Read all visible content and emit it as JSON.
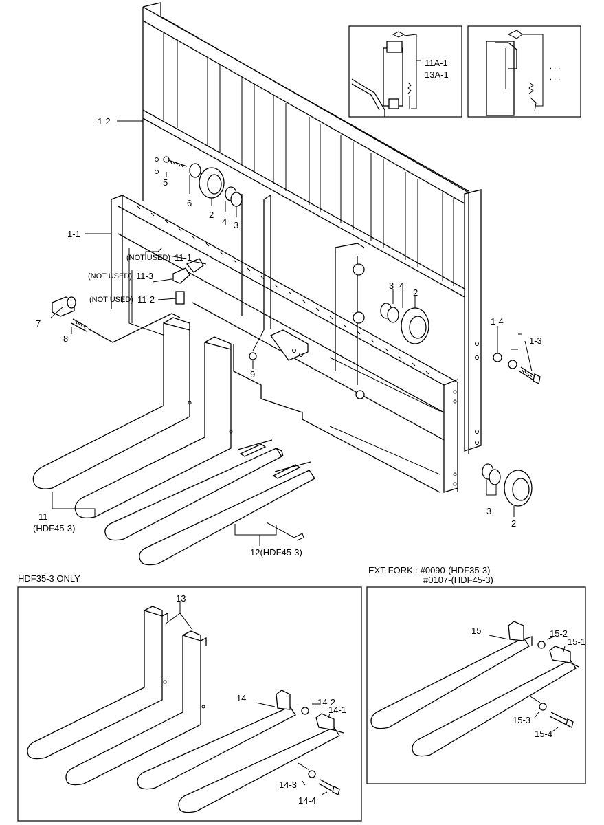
{
  "labels": {
    "p1_2": "1-2",
    "p1_1": "1-1",
    "p5": "5",
    "p6": "6",
    "p2_top": "2",
    "p4_top": "4",
    "p3_top": "3",
    "p3_mid": "3",
    "p4_mid": "4",
    "p2_mid": "2",
    "p11_1": "11-1",
    "p11_3": "11-3",
    "p11_2": "11-2",
    "not_used_1": "(NOT USED)",
    "not_used_2": "(NOT USED)",
    "not_used_3": "(NOT USED)",
    "p7": "7",
    "p8": "8",
    "p9": "9",
    "p1_4": "1-4",
    "p1_3": "1-3",
    "p11": "11",
    "p11_sub": "(HDF45-3)",
    "p12": "12(HDF45-3)",
    "p3_bot": "3",
    "p2_bot": "2",
    "inset_a_1": "11A-1",
    "inset_a_2": "13A-1",
    "inset_b_1": ". . .",
    "inset_b_2": ". . ."
  },
  "section_left": {
    "heading": "HDF35-3 ONLY",
    "p13": "13",
    "p14": "14",
    "p14_2": "14-2",
    "p14_1": "14-1",
    "p14_3": "14-3",
    "p14_4": "14-4"
  },
  "section_right": {
    "heading_1": "EXT FORK : #0090-(HDF35-3)",
    "heading_2": "#0107-(HDF45-3)",
    "p15": "15",
    "p15_2": "15-2",
    "p15_1": "15-1",
    "p15_3": "15-3",
    "p15_4": "15-4"
  }
}
